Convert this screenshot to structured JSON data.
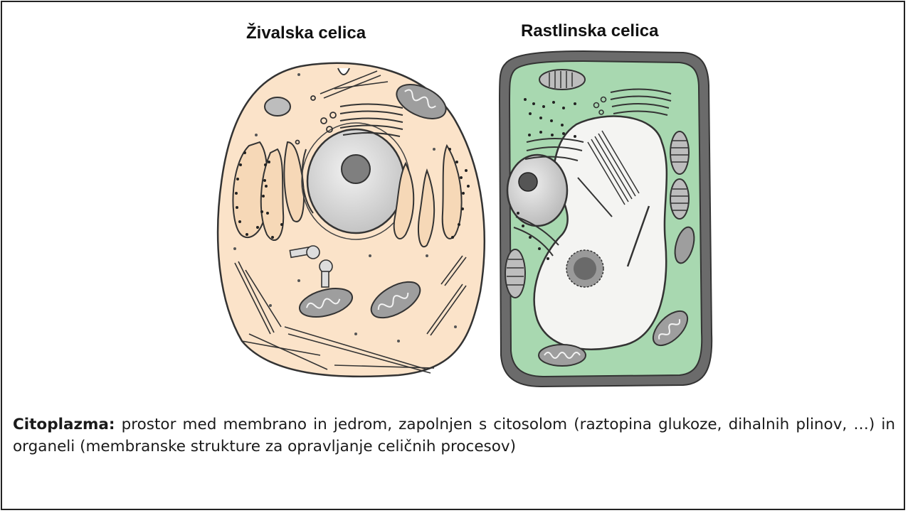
{
  "titles": {
    "animal_cell": "Živalska celica",
    "plant_cell": "Rastlinska celica"
  },
  "caption": {
    "term": "Citoplazma:",
    "definition": " prostor med membrano in jedrom, zapolnjen s citosolom (raztopina glukoze, dihalnih plinov, …) in organeli (membranske strukture za opravljanje celičnih procesov)"
  },
  "colors": {
    "animal_cytoplasm": "#fbe3c9",
    "plant_cytoplasm": "#a8d8b0",
    "plant_cell_wall": "#6b6b6b",
    "vacuole": "#f4f4f2",
    "nucleus": "#d6d6d6",
    "nucleolus": "#7f7f7f",
    "outline": "#333333"
  }
}
